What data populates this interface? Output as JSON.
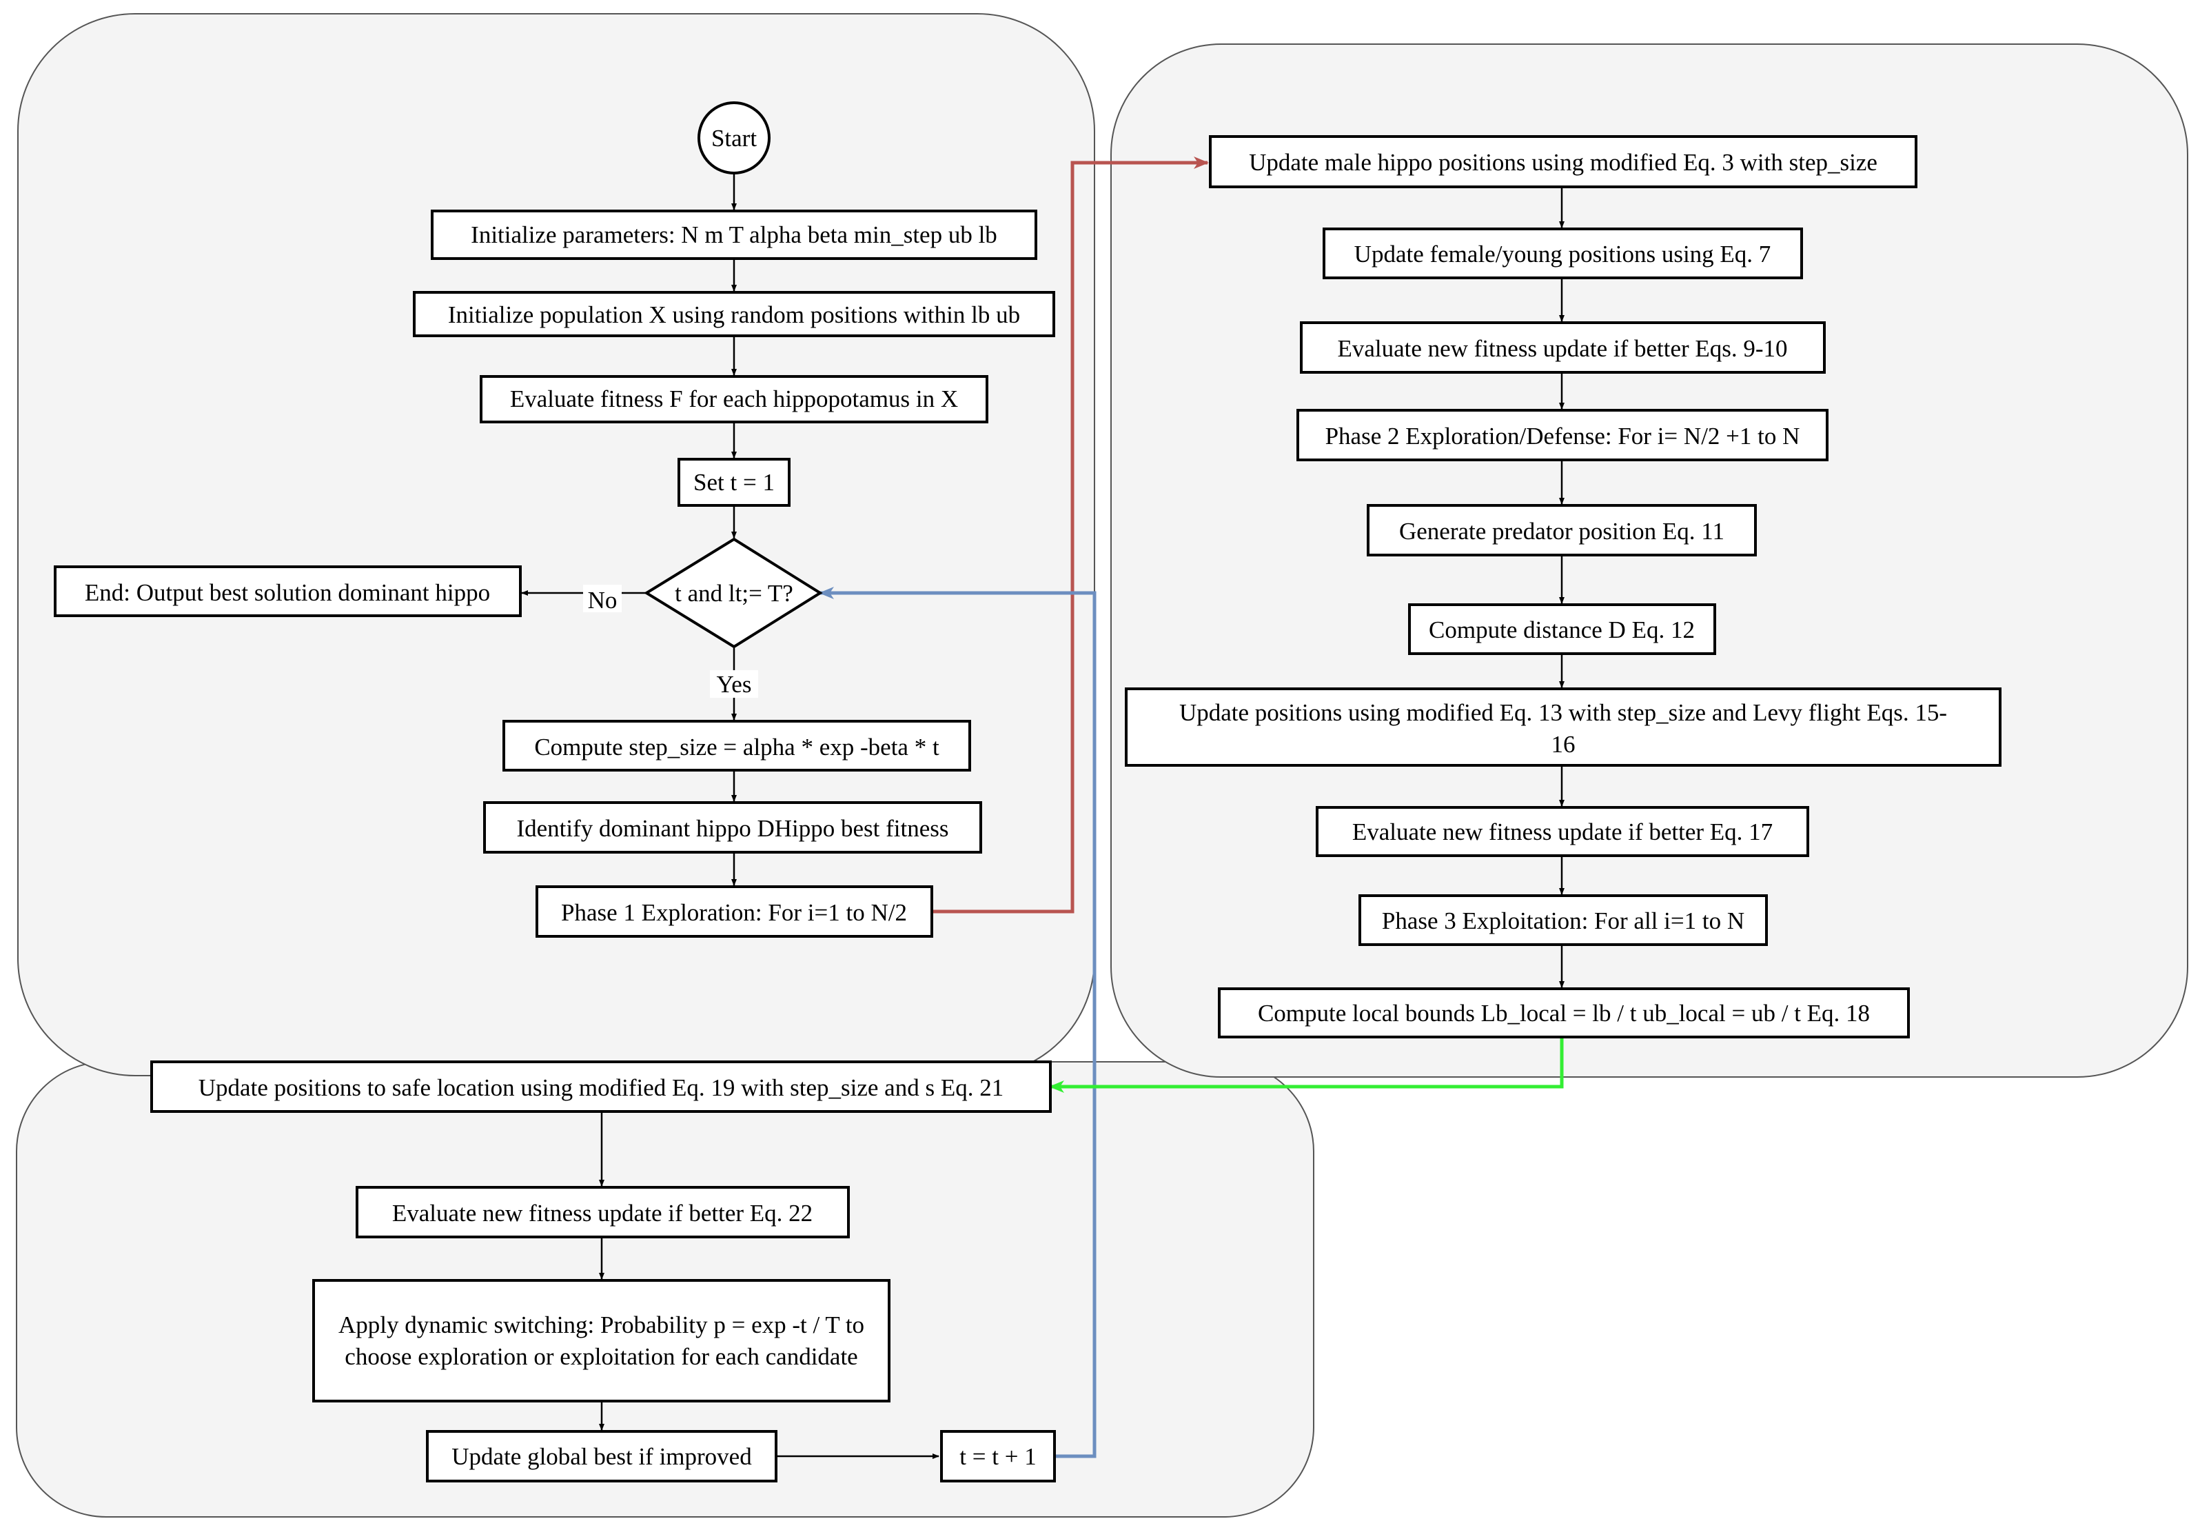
{
  "start": "Start",
  "left_panel": {
    "init_params": "Initialize parameters: N m T alpha beta min_step ub lb",
    "init_population": "Initialize population X using random positions within lb ub",
    "evaluate_fitness": "Evaluate fitness F for each hippopotamus in X",
    "set_t": "Set t = 1",
    "decision": "t and lt;= T?",
    "no_label": "No",
    "yes_label": "Yes",
    "end": "End: Output best solution dominant hippo",
    "compute_step": "Compute step_size = alpha * exp -beta * t",
    "identify_dominant": "Identify dominant hippo DHippo best fitness",
    "phase1": "Phase 1 Exploration: For i=1 to N/2"
  },
  "right_panel": {
    "update_male": "Update male hippo positions using modified Eq. 3 with step_size",
    "update_female": "Update female/young positions using Eq. 7",
    "evaluate_9_10": "Evaluate new fitness update if better Eqs. 9-10",
    "phase2": "Phase 2 Exploration/Defense: For i= N/2 +1 to N",
    "predator": "Generate predator position Eq. 11",
    "distance": "Compute distance D Eq. 12",
    "update_levy": "Update positions using modified Eq. 13 with step_size and Levy flight Eqs. 15-16",
    "evaluate_17": "Evaluate new fitness update if better Eq. 17",
    "phase3": "Phase 3 Exploitation: For all i=1 to N",
    "local_bounds": "Compute local bounds Lb_local = lb / t ub_local = ub / t Eq. 18"
  },
  "bottom_panel": {
    "safe_location": "Update positions to safe location using modified Eq. 19 with step_size and s Eq. 21",
    "evaluate_22": "Evaluate new fitness update if better Eq. 22",
    "dynamic_switch": "Apply dynamic switching: Probability p = exp -t / T to choose exploration or exploitation for each candidate",
    "update_global": "Update global best if improved",
    "increment_t": "t = t + 1"
  },
  "colors": {
    "panel_fill": "#f4f4f4",
    "panel_stroke": "#555555",
    "phase1_link": "#b85450",
    "loop_link": "#6c8ebf",
    "phase3_link": "#33ee33"
  }
}
